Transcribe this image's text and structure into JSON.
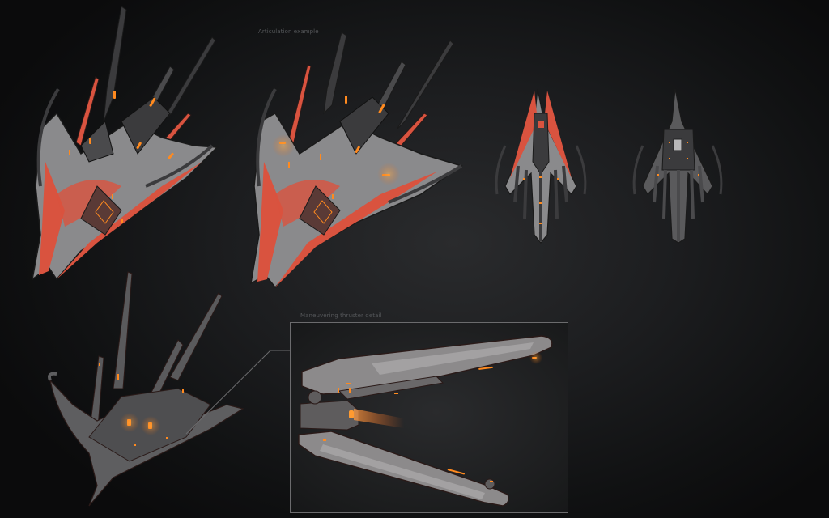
{
  "sheet": {
    "labels": {
      "articulation": "Articulation example",
      "thruster_detail": "Maneuvering thruster detail"
    },
    "colors": {
      "hull_gray": "#8a8a8c",
      "hull_dark": "#3a3a3c",
      "accent_red": "#d9533f",
      "glow_orange": "#ff8a1f",
      "background": "#1c1d1f",
      "frame_line": "#6b6b6d"
    },
    "views": [
      {
        "name": "ship-perspective-view"
      },
      {
        "name": "ship-articulated-view"
      },
      {
        "name": "ship-top-view"
      },
      {
        "name": "ship-bottom-view"
      },
      {
        "name": "ship-underside-perspective-view"
      },
      {
        "name": "thruster-detail-view"
      }
    ]
  }
}
